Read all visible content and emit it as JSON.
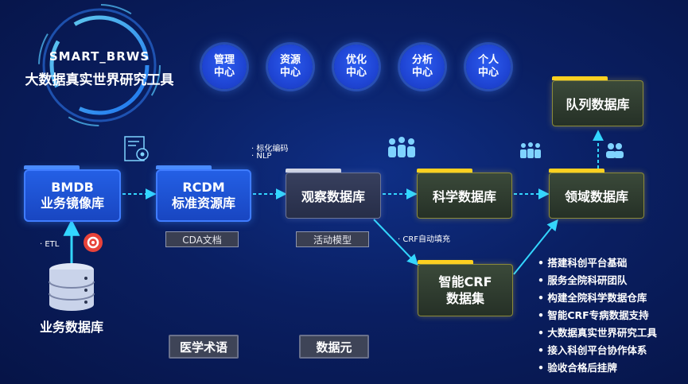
{
  "brand": {
    "title": "SMART_BRWS",
    "subtitle": "大数据真实世界研究工具"
  },
  "nav": [
    {
      "label": "管理中心"
    },
    {
      "label": "资源中心"
    },
    {
      "label": "优化中心"
    },
    {
      "label": "分析中心"
    },
    {
      "label": "个人中心"
    }
  ],
  "nodes": {
    "bmdb": {
      "line1": "BMDB",
      "line2": "业务镜像库"
    },
    "rcdm": {
      "line1": "RCDM",
      "line2": "标准资源库"
    },
    "observe": {
      "label": "观察数据库"
    },
    "science": {
      "label": "科学数据库"
    },
    "domain": {
      "label": "领域数据库"
    },
    "cohort": {
      "label": "队列数据库"
    },
    "crf": {
      "line1": "智能CRF",
      "line2": "数据集"
    },
    "business_db": {
      "label": "业务数据库"
    }
  },
  "notes": {
    "etl": "· ETL",
    "std_code": "· 标化编码",
    "nlp": "· NLP",
    "crf_fill": "· CRF自动填充"
  },
  "tags": {
    "cda": "CDA文档",
    "activity": "活动模型",
    "med_terms": "医学术语",
    "data_element": "数据元"
  },
  "features": [
    "搭建科创平台基础",
    "服务全院科研团队",
    "构建全院科学数据仓库",
    "智能CRF专病数据支持",
    "大数据真实世界研究工具",
    "接入科创平台协作体系",
    "验收合格后挂牌"
  ],
  "colors": {
    "accent_blue": "#2460e6",
    "arrow_cyan": "#33d6ff",
    "tab_yellow": "#ffd21f"
  }
}
